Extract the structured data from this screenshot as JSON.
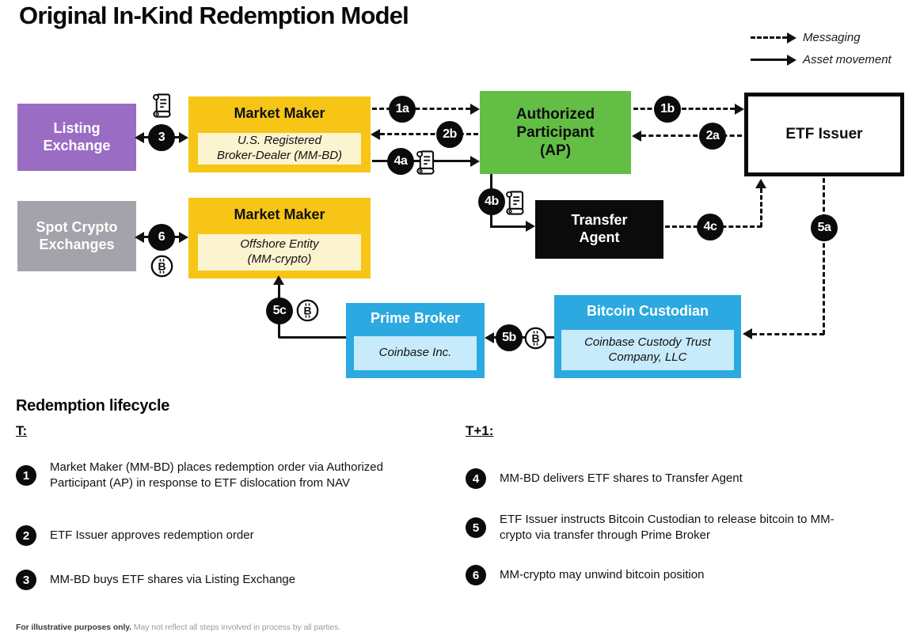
{
  "title": "Original In-Kind Redemption Model",
  "legend": {
    "messaging_label": "Messaging",
    "asset_label": "Asset movement"
  },
  "nodes": {
    "listing_exchange": {
      "label": "Listing Exchange"
    },
    "market_maker_bd": {
      "title": "Market Maker",
      "subtitle_line1": "U.S. Registered",
      "subtitle_line2": "Broker-Dealer (MM-BD)"
    },
    "authorized_participant": {
      "label": "Authorized Participant (AP)"
    },
    "etf_issuer": {
      "label": "ETF Issuer"
    },
    "transfer_agent": {
      "label": "Transfer Agent"
    },
    "spot_crypto_exchanges": {
      "label": "Spot Crypto Exchanges"
    },
    "market_maker_crypto": {
      "title": "Market Maker",
      "subtitle_line1": "Offshore Entity",
      "subtitle_line2": "(MM-crypto)"
    },
    "prime_broker": {
      "title": "Prime Broker",
      "subtitle": "Coinbase Inc."
    },
    "bitcoin_custodian": {
      "title": "Bitcoin Custodian",
      "subtitle_line1": "Coinbase Custody Trust",
      "subtitle_line2": "Company, LLC"
    }
  },
  "badges": {
    "b1a": "1a",
    "b1b": "1b",
    "b2a": "2a",
    "b2b": "2b",
    "b3": "3",
    "b4a": "4a",
    "b4b": "4b",
    "b4c": "4c",
    "b5a": "5a",
    "b5b": "5b",
    "b5c": "5c",
    "b6": "6"
  },
  "lifecycle": {
    "heading": "Redemption lifecycle",
    "t_label": "T:",
    "t1_label": "T+1:",
    "t_steps": [
      {
        "num": "1",
        "text": "Market Maker (MM-BD) places redemption order via Authorized Participant (AP) in response to ETF dislocation from NAV"
      },
      {
        "num": "2",
        "text": "ETF Issuer approves redemption order"
      },
      {
        "num": "3",
        "text": "MM-BD buys ETF shares via Listing Exchange"
      }
    ],
    "t1_steps": [
      {
        "num": "4",
        "text": "MM-BD delivers ETF shares to Transfer Agent"
      },
      {
        "num": "5",
        "text": "ETF Issuer instructs Bitcoin Custodian to release bitcoin to MM-crypto via transfer through Prime Broker"
      },
      {
        "num": "6",
        "text": "MM-crypto may unwind bitcoin position"
      }
    ]
  },
  "footer": {
    "bold_text": "For illustrative purposes only.",
    "regular_text": " May not reflect all steps involved in process by all parties."
  },
  "colors": {
    "purple": "#9B6CC4",
    "yellow": "#F7C515",
    "cream": "#FCF3CF",
    "green": "#63BE45",
    "gray": "#A4A2AA",
    "black": "#0B0B0B",
    "blue": "#2BA9E0",
    "light_blue": "#C7EBFB"
  }
}
